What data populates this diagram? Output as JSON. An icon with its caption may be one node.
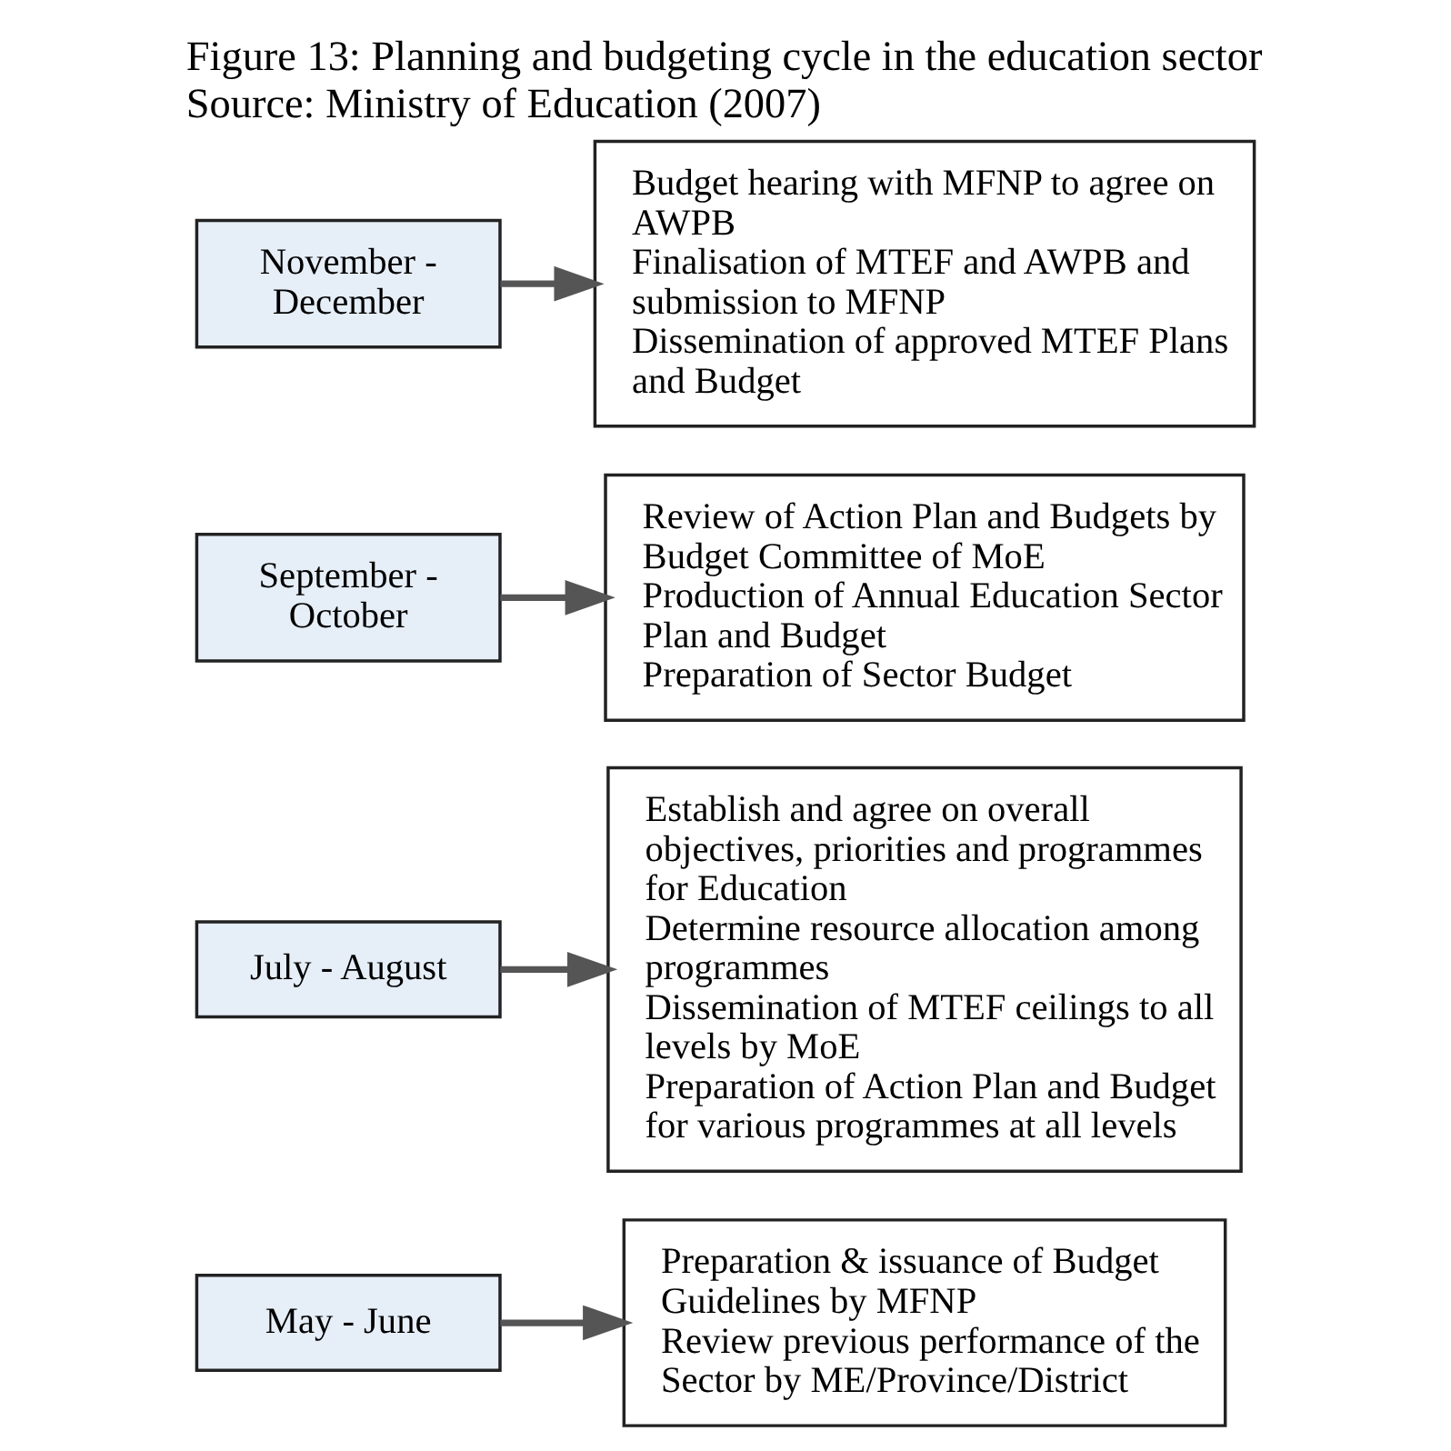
{
  "diagram": {
    "title": "Figure 13: Planning and budgeting cycle in the education sector",
    "caption": "Source: Ministry of Education (2007)",
    "nodes": [
      {
        "text": [
          "May - June"
        ]
      },
      {
        "text": [
          "Preparation & issuance of Budget Guidelines by MFNP",
          "Review previous performance of the Sector by ME/Province/District"
        ]
      },
      {
        "text": [
          "July - August"
        ]
      },
      {
        "text": [
          "Establish and agree on overall objectives, priorities and programmes for Education",
          "Determine resource allocation among programmes",
          "Dissemination of MTEF ceilings to all levels by MoE",
          "Preparation of Action Plan and Budget for various programmes at all levels"
        ]
      },
      {
        "text": [
          "September - October"
        ]
      },
      {
        "text": [
          "Review of Action Plan and Budgets by Budget Committee of MoE",
          "Production of Annual Education Sector Plan and Budget",
          "Preparation of Sector Budget"
        ]
      },
      {
        "text": [
          "November - December"
        ]
      },
      {
        "text": [
          "Budget hearing with MFNP to agree on AWPB",
          "Finalisation of MTEF and AWPB and submission to MFNP",
          "Dissemination of approved MTEF Plans and Budget"
        ]
      }
    ],
    "edges": [
      {
        "from": 0,
        "to": 1,
        "arrow": "to"
      },
      {
        "from": 2,
        "to": 3,
        "arrow": "to"
      },
      {
        "from": 4,
        "to": 5,
        "arrow": "to"
      },
      {
        "from": 6,
        "to": 7,
        "arrow": "to"
      }
    ]
  }
}
